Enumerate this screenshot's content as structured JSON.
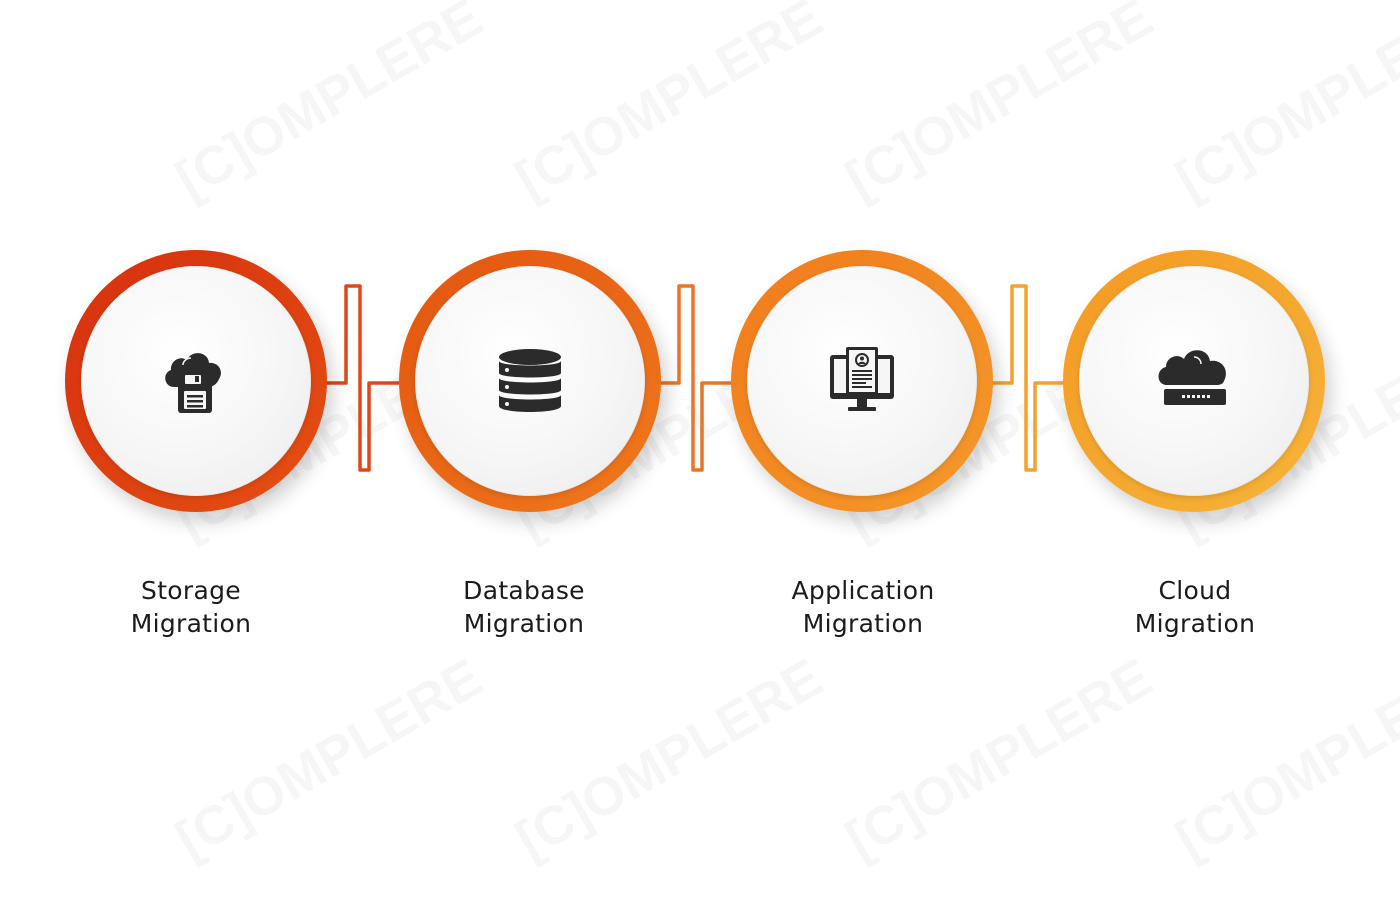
{
  "steps": [
    {
      "line1": "Storage",
      "line2": "Migration",
      "icon": "cloud-floppy-icon",
      "color_from": "#d6300f",
      "color_to": "#e55012"
    },
    {
      "line1": "Database",
      "line2": "Migration",
      "icon": "database-icon",
      "color_from": "#e25410",
      "color_to": "#f07a1c"
    },
    {
      "line1": "Application",
      "line2": "Migration",
      "icon": "monitor-document-icon",
      "color_from": "#f07a1c",
      "color_to": "#f59a2a"
    },
    {
      "line1": "Cloud",
      "line2": "Migration",
      "icon": "cloud-server-icon",
      "color_from": "#f39a23",
      "color_to": "#f6b43a"
    }
  ],
  "watermark": "[C]OMPLERE",
  "colors": {
    "icon": "#2b2b2b",
    "text": "#1b1b1b"
  }
}
